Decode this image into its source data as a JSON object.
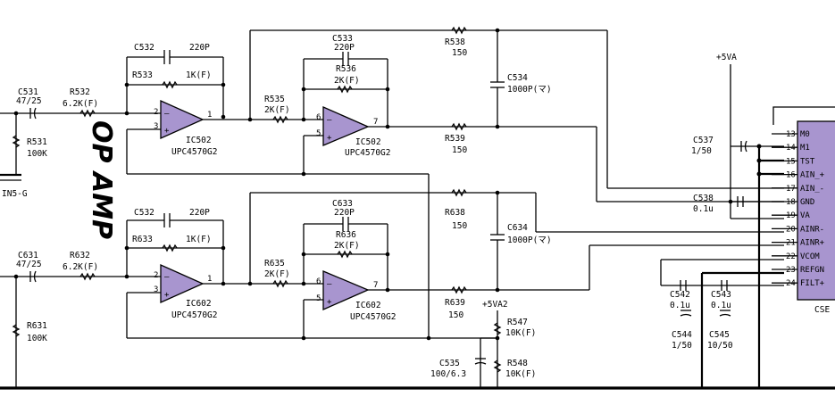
{
  "title": "OP AMP",
  "amp_upper": {
    "c531": "C531",
    "c531_val": "47/25",
    "r531": "R531",
    "r531_val": "100K",
    "in_label": "IN5-G",
    "r532": "R532",
    "r532_val": "6.2K(F)",
    "c532": "C532",
    "c532_val": "220P",
    "r533": "R533",
    "r533_val": "1K(F)",
    "ic1": "IC502",
    "ic1_type": "UPC4570G2",
    "r535": "R535",
    "r535_val": "2K(F)",
    "c533": "C533",
    "c533_val": "220P",
    "r536": "R536",
    "r536_val": "2K(F)",
    "ic2": "IC502",
    "ic2_type": "UPC4570G2",
    "r538": "R538",
    "r538_val": "150",
    "c534": "C534",
    "c534_val": "1000P(マ)",
    "r539": "R539",
    "r539_val": "150"
  },
  "amp_lower": {
    "c531": "C631",
    "c531_val": "47/25",
    "r531": "R631",
    "r531_val": "100K",
    "r532": "R632",
    "r532_val": "6.2K(F)",
    "c532": "C532",
    "c532_val": "220P",
    "r533": "R633",
    "r533_val": "1K(F)",
    "ic1": "IC602",
    "ic1_type": "UPC4570G2",
    "r535": "R635",
    "r535_val": "2K(F)",
    "c533": "C633",
    "c533_val": "220P",
    "r536": "R636",
    "r536_val": "2K(F)",
    "ic2": "IC602",
    "ic2_type": "UPC4570G2",
    "r538": "R638",
    "r538_val": "150",
    "c534": "C634",
    "c534_val": "1000P(マ)",
    "r539": "R639",
    "r539_val": "150"
  },
  "bias": {
    "vcc": "+5VA2",
    "r547": "R547",
    "r547_val": "10K(F)",
    "r548": "R548",
    "r548_val": "10K(F)",
    "c535": "C535",
    "c535_val": "100/6.3"
  },
  "adc": {
    "supply": "+5VA",
    "c537": "C537",
    "c537_val": "1/50",
    "c538": "C538",
    "c538_val": "0.1u",
    "c542": "C542",
    "c542_val": "0.1u",
    "c543": "C543",
    "c543_val": "0.1u",
    "c544": "C544",
    "c544_val": "1/50",
    "c545": "C545",
    "c545_val": "10/50",
    "ic_label": "CSE",
    "pins": [
      {
        "num": "13",
        "name": "M0"
      },
      {
        "num": "14",
        "name": "M1"
      },
      {
        "num": "15",
        "name": "TST"
      },
      {
        "num": "16",
        "name": "AIN_+"
      },
      {
        "num": "17",
        "name": "AIN_-"
      },
      {
        "num": "18",
        "name": "GND"
      },
      {
        "num": "19",
        "name": "VA"
      },
      {
        "num": "20",
        "name": "AINR-"
      },
      {
        "num": "21",
        "name": "AINR+"
      },
      {
        "num": "22",
        "name": "VCOM"
      },
      {
        "num": "23",
        "name": "REFGN"
      },
      {
        "num": "24",
        "name": "FILT+"
      }
    ]
  }
}
